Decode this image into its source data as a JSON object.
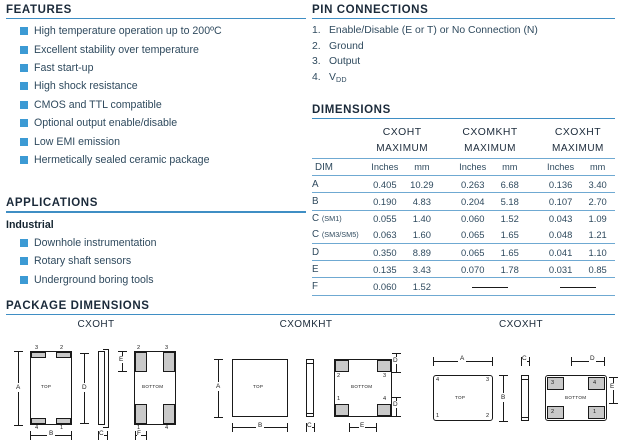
{
  "features": {
    "heading": "FEATURES",
    "items": [
      "High temperature operation up to 200ºC",
      "Excellent stability over temperature",
      "Fast start-up",
      "High shock resistance",
      "CMOS and TTL compatible",
      "Optional output enable/disable",
      "Low EMI emission",
      "Hermetically sealed ceramic package"
    ]
  },
  "applications": {
    "heading": "APPLICATIONS",
    "subheading": "Industrial",
    "items": [
      "Downhole instrumentation",
      "Rotary shaft sensors",
      "Underground boring tools"
    ]
  },
  "pin_connections": {
    "heading": "PIN CONNECTIONS",
    "items": [
      {
        "num": "1.",
        "label": "Enable/Disable (E or T) or No Connection (N)",
        "sub": ""
      },
      {
        "num": "2.",
        "label": "Ground",
        "sub": ""
      },
      {
        "num": "3.",
        "label": "Output",
        "sub": ""
      },
      {
        "num": "4.",
        "label": "V",
        "sub": "DD"
      }
    ]
  },
  "dimensions": {
    "heading": "DIMENSIONS",
    "groups": [
      "CXOHT",
      "CXOMKHT",
      "CXOXHT"
    ],
    "max_label": "MAXIMUM",
    "col_dim": "DIM",
    "col_inches": "Inches",
    "col_mm": "mm",
    "rows": [
      {
        "dim": "A",
        "sub": "",
        "cxoht_in": "0.405",
        "cxoht_mm": "10.29",
        "cxomkht_in": "0.263",
        "cxomkht_mm": "6.68",
        "cxoxht_in": "0.136",
        "cxoxht_mm": "3.40"
      },
      {
        "dim": "B",
        "sub": "",
        "cxoht_in": "0.190",
        "cxoht_mm": "4.83",
        "cxomkht_in": "0.204",
        "cxomkht_mm": "5.18",
        "cxoxht_in": "0.107",
        "cxoxht_mm": "2.70"
      },
      {
        "dim": "C",
        "sub": "(SM1)",
        "cxoht_in": "0.055",
        "cxoht_mm": "1.40",
        "cxomkht_in": "0.060",
        "cxomkht_mm": "1.52",
        "cxoxht_in": "0.043",
        "cxoxht_mm": "1.09"
      },
      {
        "dim": "C",
        "sub": "(SM3/SM5)",
        "cxoht_in": "0.063",
        "cxoht_mm": "1.60",
        "cxomkht_in": "0.065",
        "cxomkht_mm": "1.65",
        "cxoxht_in": "0.048",
        "cxoxht_mm": "1.21"
      },
      {
        "dim": "D",
        "sub": "",
        "cxoht_in": "0.350",
        "cxoht_mm": "8.89",
        "cxomkht_in": "0.065",
        "cxomkht_mm": "1.65",
        "cxoxht_in": "0.041",
        "cxoxht_mm": "1.10"
      },
      {
        "dim": "E",
        "sub": "",
        "cxoht_in": "0.135",
        "cxoht_mm": "3.43",
        "cxomkht_in": "0.070",
        "cxomkht_mm": "1.78",
        "cxoxht_in": "0.031",
        "cxoxht_mm": "0.85"
      },
      {
        "dim": "F",
        "sub": "",
        "cxoht_in": "0.060",
        "cxoht_mm": "1.52",
        "cxomkht_in": "—",
        "cxomkht_mm": "",
        "cxoxht_in": "—",
        "cxoxht_mm": ""
      }
    ]
  },
  "package_dimensions": {
    "heading": "PACKAGE DIMENSIONS",
    "packages": [
      {
        "name": "CXOHT",
        "top_label": "TOP",
        "bottom_label": "BOTTOM",
        "top_pins": [
          "3",
          "2"
        ],
        "top_pins_bottom": [
          "4",
          "1"
        ],
        "bottom_pins": [
          "2",
          "3"
        ],
        "bottom_pins_bottom": [
          "1",
          "4"
        ],
        "dim_labels": [
          "A",
          "B",
          "D",
          "C",
          "E",
          "F"
        ]
      },
      {
        "name": "CXOMKHT",
        "top_label": "TOP",
        "bottom_label": "BOTTOM",
        "bottom_pins": [
          "2",
          "3"
        ],
        "bottom_pins_bottom": [
          "1",
          "4"
        ],
        "dim_labels": [
          "A",
          "B",
          "C",
          "D",
          "E"
        ]
      },
      {
        "name": "CXOXHT",
        "top_label": "TOP",
        "bottom_label": "BOTTOM",
        "top_pins": [
          "4",
          "3"
        ],
        "top_pins_bottom": [
          "1",
          "2"
        ],
        "bottom_pins": [
          "3",
          "4"
        ],
        "bottom_pins_bottom": [
          "2",
          "1"
        ],
        "dim_labels": [
          "A",
          "B",
          "C",
          "D",
          "E"
        ]
      }
    ]
  },
  "colors": {
    "accent_rule": "#3f8ec4",
    "bullet": "#3c9ad4",
    "heading": "#1b2a3a",
    "body": "#2f4a5e",
    "pad_fill": "#c9c9c9"
  }
}
